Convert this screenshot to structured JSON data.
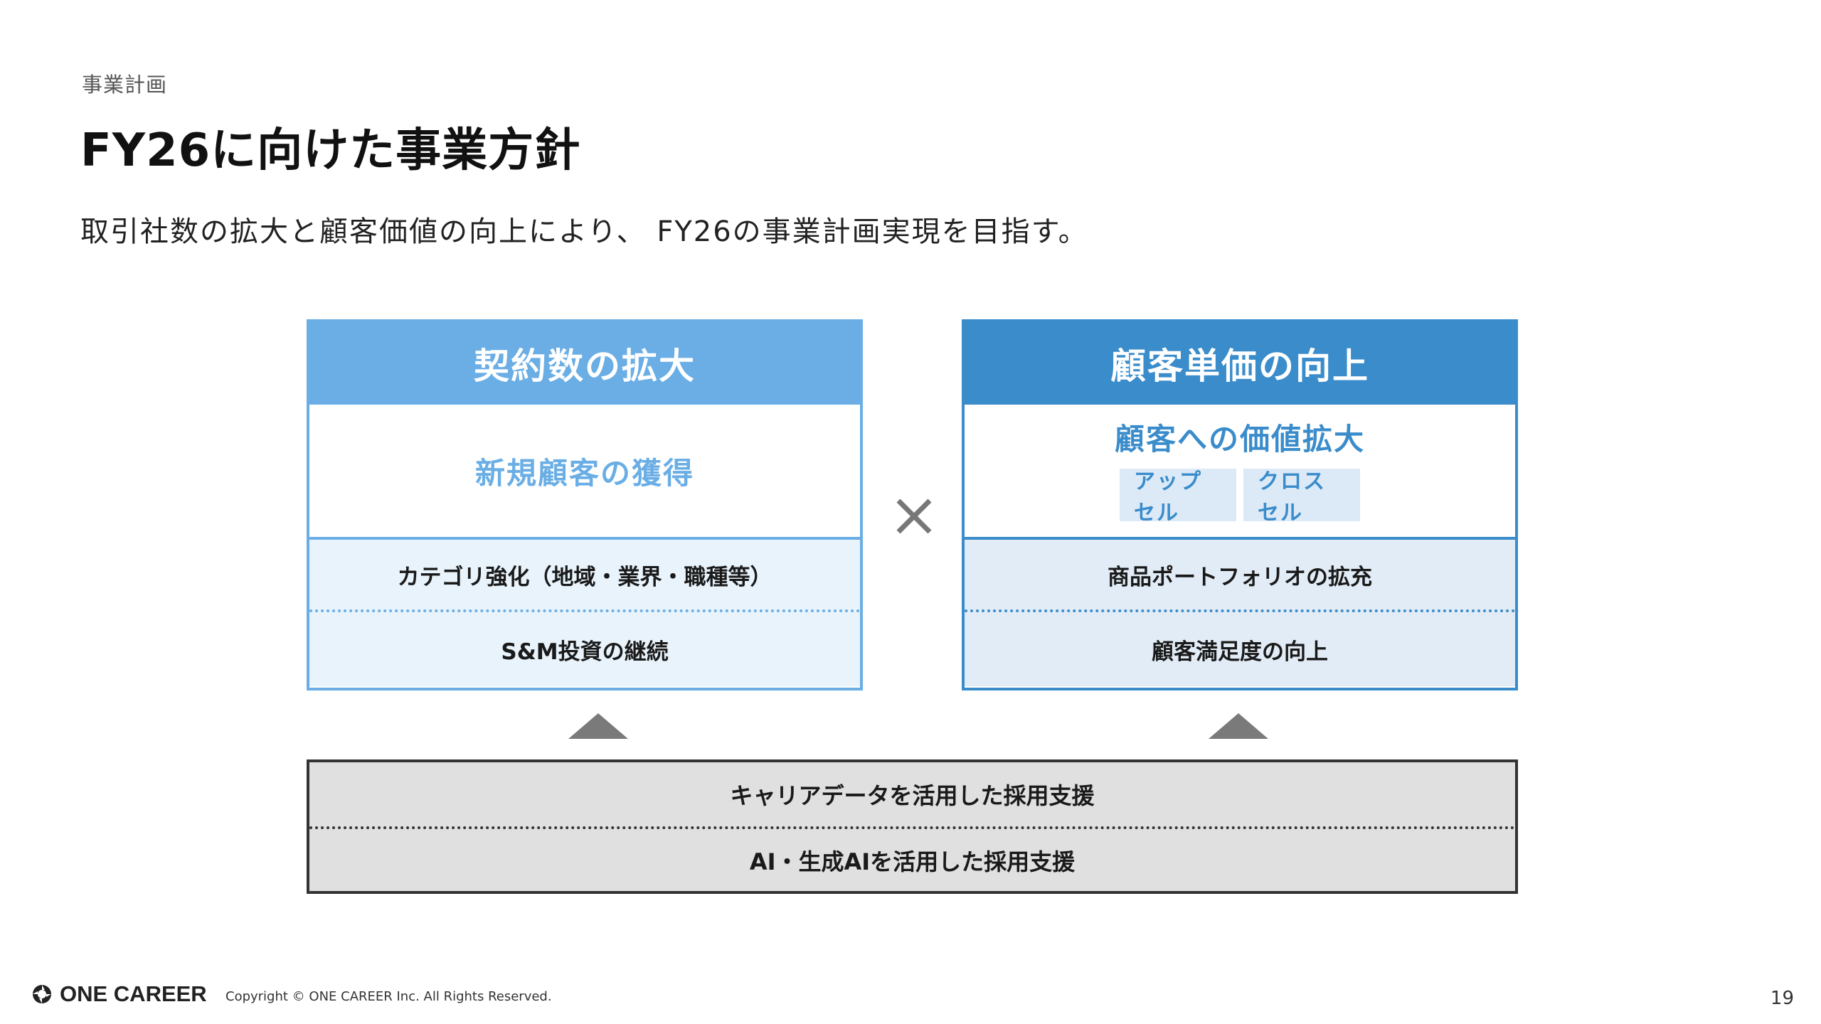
{
  "header": {
    "section_label": "事業計画",
    "title": "FY26に向けた事業方針",
    "subtitle": "取引社数の拡大と顧客価値の向上により、 FY26の事業計画実現を目指す。"
  },
  "left_panel": {
    "header": "契約数の拡大",
    "main": "新規顧客の獲得",
    "rows": [
      "カテゴリ強化（地域・業界・職種等）",
      "S&M投資の継続"
    ]
  },
  "right_panel": {
    "header": "顧客単価の向上",
    "main": "顧客への価値拡大",
    "chips": [
      "アップセル",
      "クロスセル"
    ],
    "rows": [
      "商品ポートフォリオの拡充",
      "顧客満足度の向上"
    ]
  },
  "operator_icon": "times-icon",
  "base": {
    "rows": [
      "キャリアデータを活用した採用支援",
      "AI・生成AIを活用した採用支援"
    ]
  },
  "footer": {
    "logo_text": "ONE CAREER",
    "copyright": "Copyright © ONE CAREER Inc. All Rights Reserved.",
    "page_number": "19"
  },
  "colors": {
    "left_accent": "#6aaee5",
    "right_accent": "#3a8ccb",
    "base_bg": "#e0e0e0"
  }
}
